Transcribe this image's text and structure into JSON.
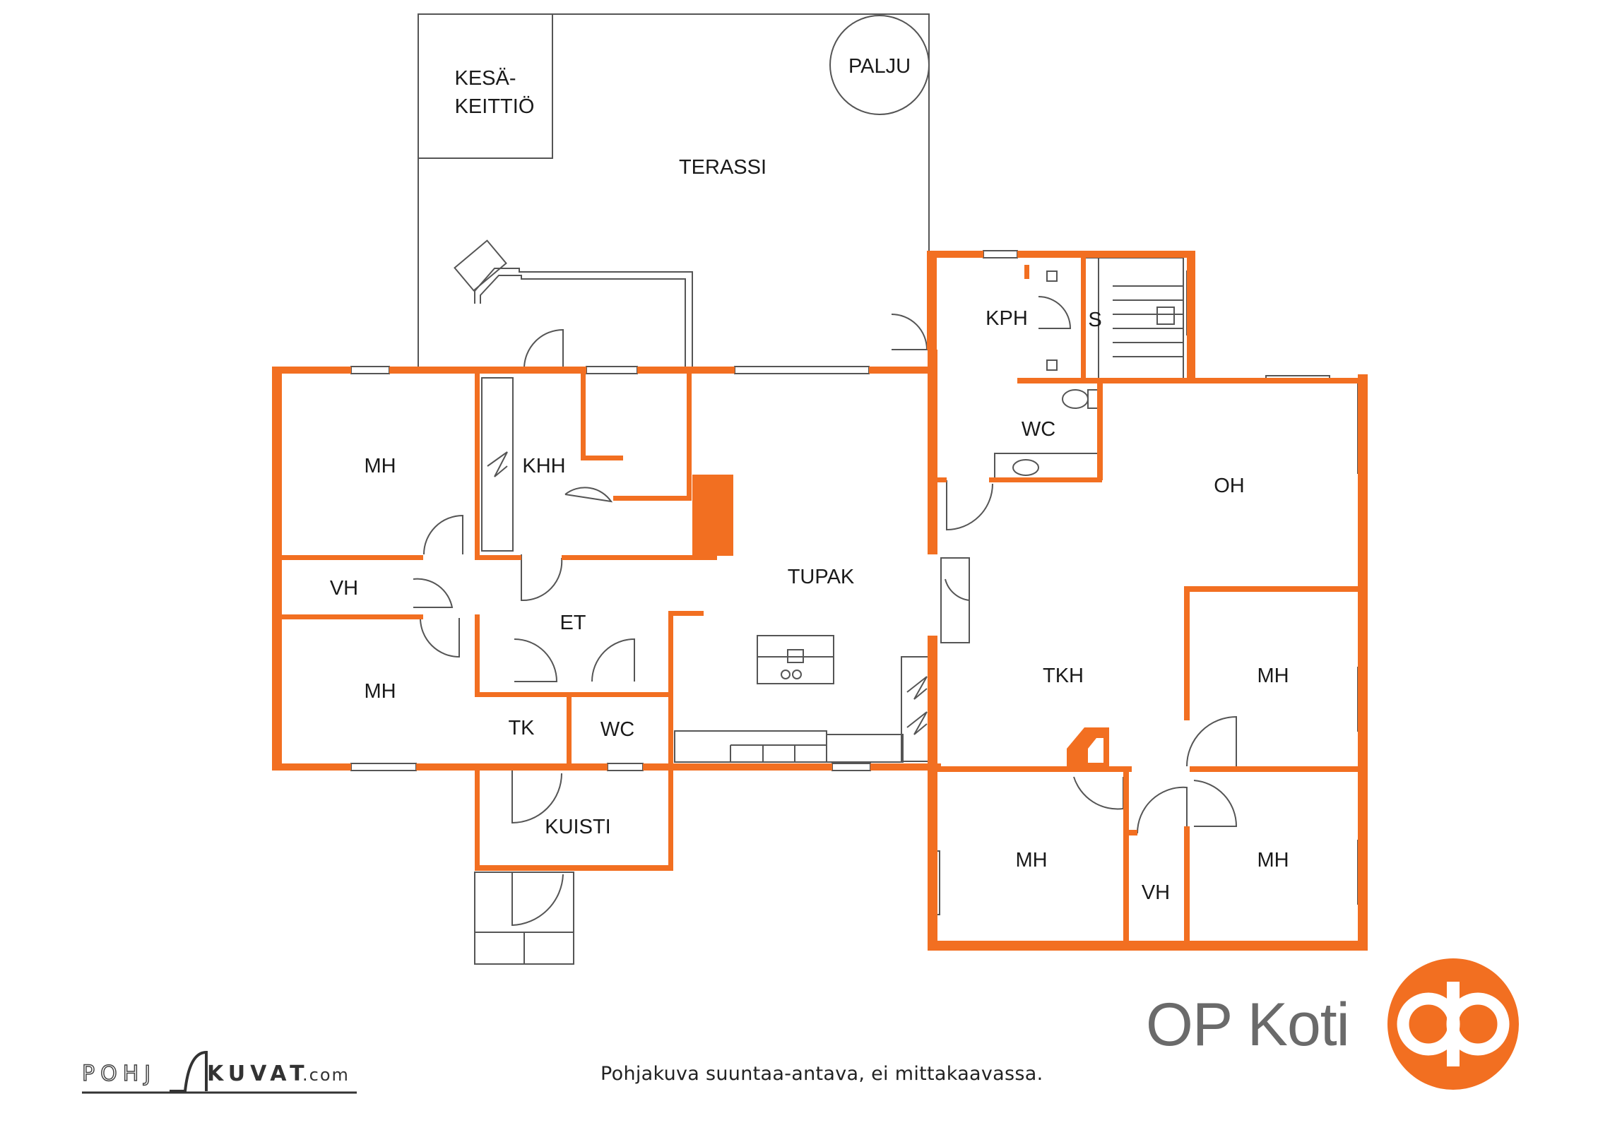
{
  "rooms": {
    "kesakeittio_1": "KESÄ-",
    "kesakeittio_2": "KEITTIÖ",
    "palju": "PALJU",
    "terassi": "TERASSI",
    "kph": "KPH",
    "sauna": "S",
    "wc_upper": "WC",
    "oh": "OH",
    "mh_top_left": "MH",
    "khh": "KHH",
    "vh_left": "VH",
    "et": "ET",
    "tupak": "TUPAK",
    "mh_mid_left": "MH",
    "tk": "TK",
    "wc_lower": "WC",
    "kuisti": "KUISTI",
    "tkh": "TKH",
    "mh_right_mid": "MH",
    "mh_bottom_center": "MH",
    "vh_right": "VH",
    "mh_bottom_right": "MH"
  },
  "footer": {
    "disclaimer": "Pohjakuva suuntaa-antava, ei mittakaavassa.",
    "brand": "OP Koti",
    "watermark_left": "POHJ",
    "watermark_right": "KUVAT",
    "watermark_suffix": ".com"
  },
  "colors": {
    "wall": "#F26F21",
    "line": "#555555",
    "logo_bg": "#F26F21",
    "brand_text": "#6A6A6A"
  }
}
